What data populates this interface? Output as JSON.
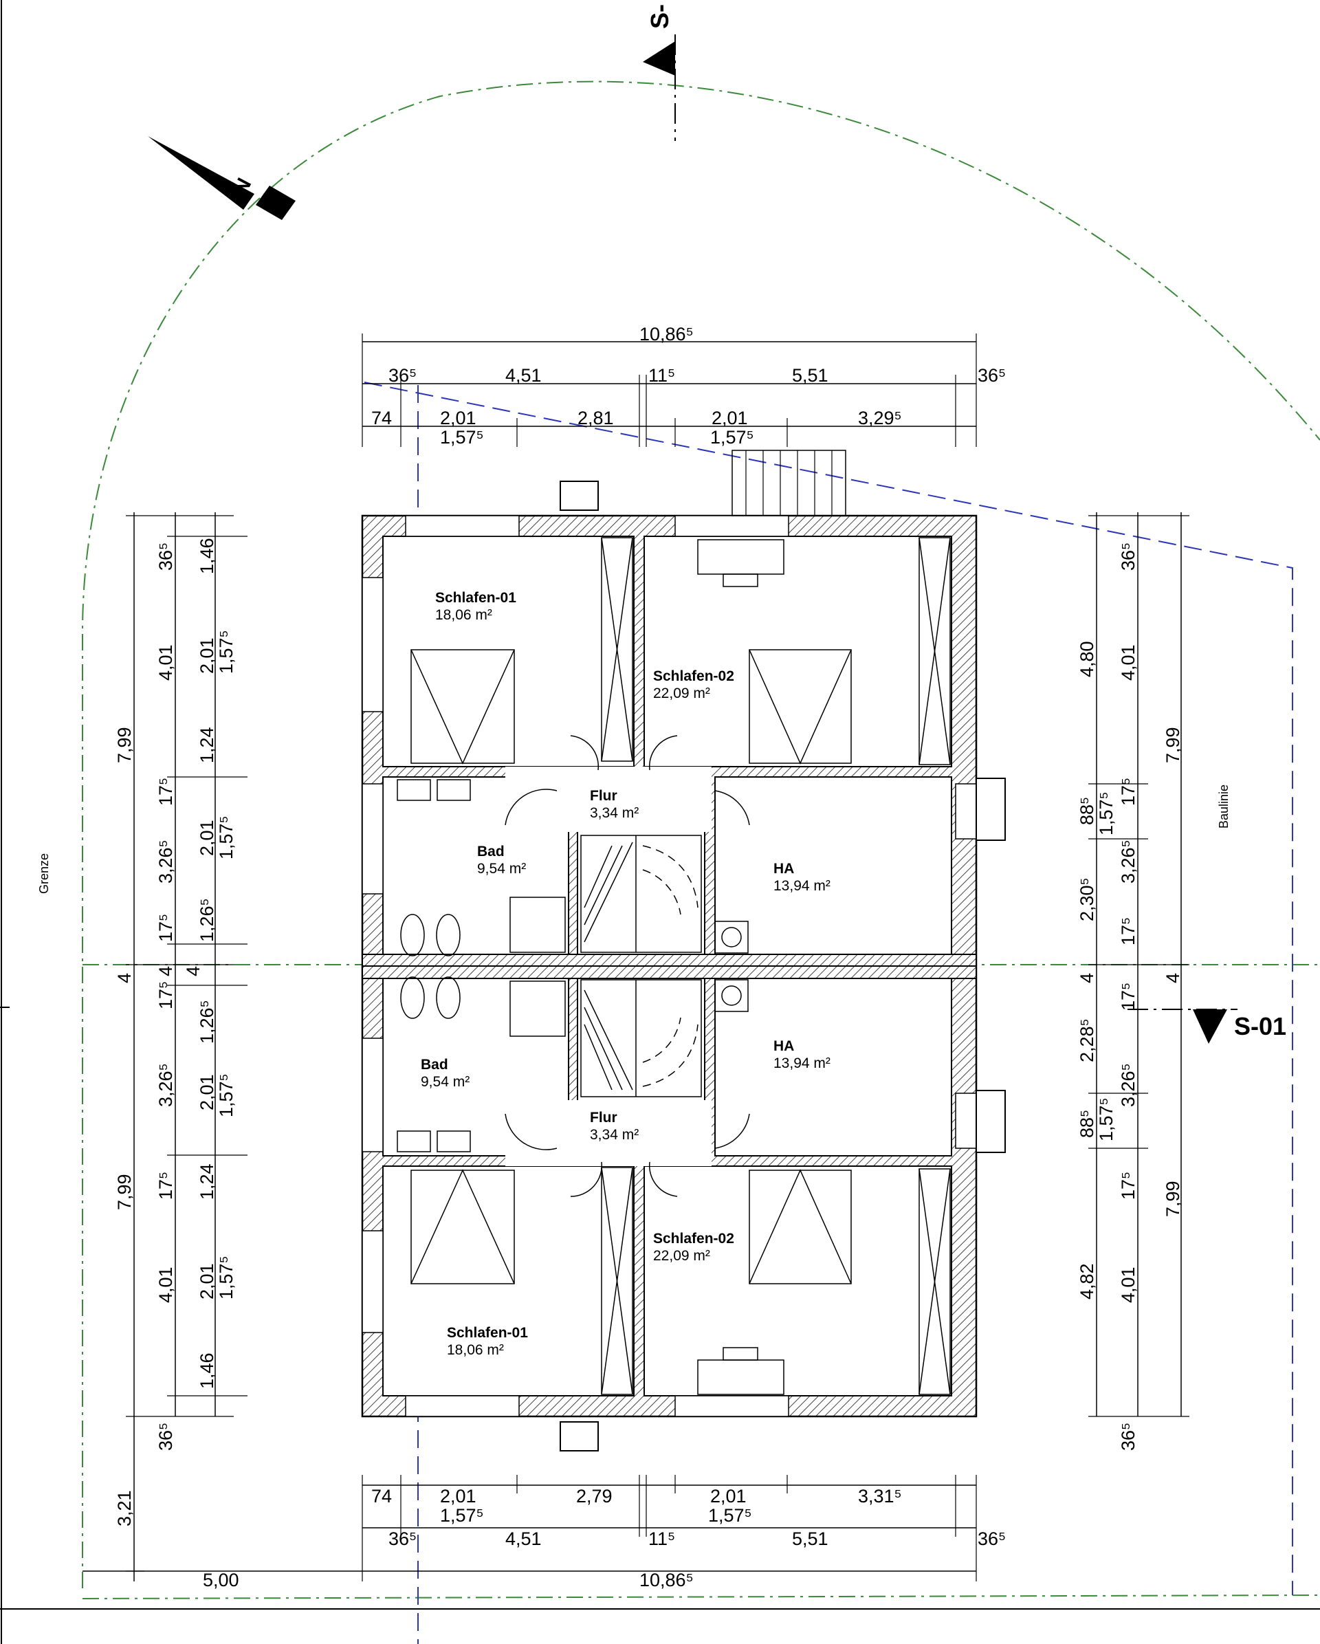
{
  "labels": {
    "north": "N",
    "section_top": "S-",
    "section_right": "S-01",
    "boundary": "Grenze",
    "building_line": "Baulinie"
  },
  "rooms": {
    "upper": {
      "schlafen01": {
        "name": "Schlafen-01",
        "area": "18,06 m²"
      },
      "schlafen02": {
        "name": "Schlafen-02",
        "area": "22,09 m²"
      },
      "flur": {
        "name": "Flur",
        "area": "3,34 m²"
      },
      "bad": {
        "name": "Bad",
        "area": "9,54 m²"
      },
      "ha": {
        "name": "HA",
        "area": "13,94 m²"
      }
    },
    "lower": {
      "bad": {
        "name": "Bad",
        "area": "9,54 m²"
      },
      "ha": {
        "name": "HA",
        "area": "13,94 m²"
      },
      "flur": {
        "name": "Flur",
        "area": "3,34 m²"
      },
      "schlafen02": {
        "name": "Schlafen-02",
        "area": "22,09 m²"
      },
      "schlafen01": {
        "name": "Schlafen-01",
        "area": "18,06 m²"
      }
    }
  },
  "dims": {
    "top": {
      "overall": "10,86⁵",
      "row2": [
        "36⁵",
        "4,51",
        "11⁵",
        "5,51",
        "36⁵"
      ],
      "row3": [
        "74",
        "2,01",
        "2,81",
        "2,01",
        "3,29⁵"
      ],
      "row3_sub": [
        "1,57⁵",
        "1,57⁵"
      ]
    },
    "bottom": {
      "row1": [
        "74",
        "2,01",
        "2,79",
        "2,01",
        "3,31⁵"
      ],
      "row1_sub": [
        "1,57⁵",
        "1,57⁵"
      ],
      "row2": [
        "36⁵",
        "4,51",
        "11⁵",
        "5,51",
        "36⁵"
      ],
      "overall": "10,86⁵",
      "setback": "5,00"
    },
    "left": {
      "outer": [
        "7,99",
        "4",
        "7,99",
        "3,21"
      ],
      "mid_upper": [
        "36⁵",
        "4,01",
        "17⁵",
        "3,26⁵",
        "17⁵",
        "4"
      ],
      "mid_lower": [
        "17⁵",
        "3,26⁵",
        "17⁵",
        "4,01",
        "36⁵"
      ],
      "inner_upper": [
        "1,46",
        "2,01",
        "1,24",
        "2,01",
        "1,26⁵",
        "4"
      ],
      "inner_upper_sub": [
        "1,57⁵",
        "1,57⁵"
      ],
      "inner_lower": [
        "1,26⁵",
        "2,01",
        "1,24",
        "2,01",
        "1,46"
      ],
      "inner_lower_sub": [
        "1,57⁵",
        "1,57⁵"
      ]
    },
    "right": {
      "col1_upper": [
        "4,80",
        "88⁵",
        "2,30⁵",
        "4"
      ],
      "col1_upper_sub": "1,57⁵",
      "col1_lower": [
        "2,28⁵",
        "88⁵",
        "4,82"
      ],
      "col1_lower_sub": "1,57⁵",
      "col2_upper": [
        "36⁵",
        "4,01",
        "17⁵",
        "3,26⁵",
        "17⁵"
      ],
      "col2_lower": [
        "17⁵",
        "3,26⁵",
        "17⁵",
        "4,01",
        "36⁵"
      ],
      "col3": [
        "7,99",
        "4",
        "7,99"
      ]
    }
  },
  "colors": {
    "ink": "#000000",
    "hatch": "#555555",
    "boundary_line": "#3a8a3a",
    "building_line": "#2b35b8",
    "floor": "#ffffff"
  }
}
